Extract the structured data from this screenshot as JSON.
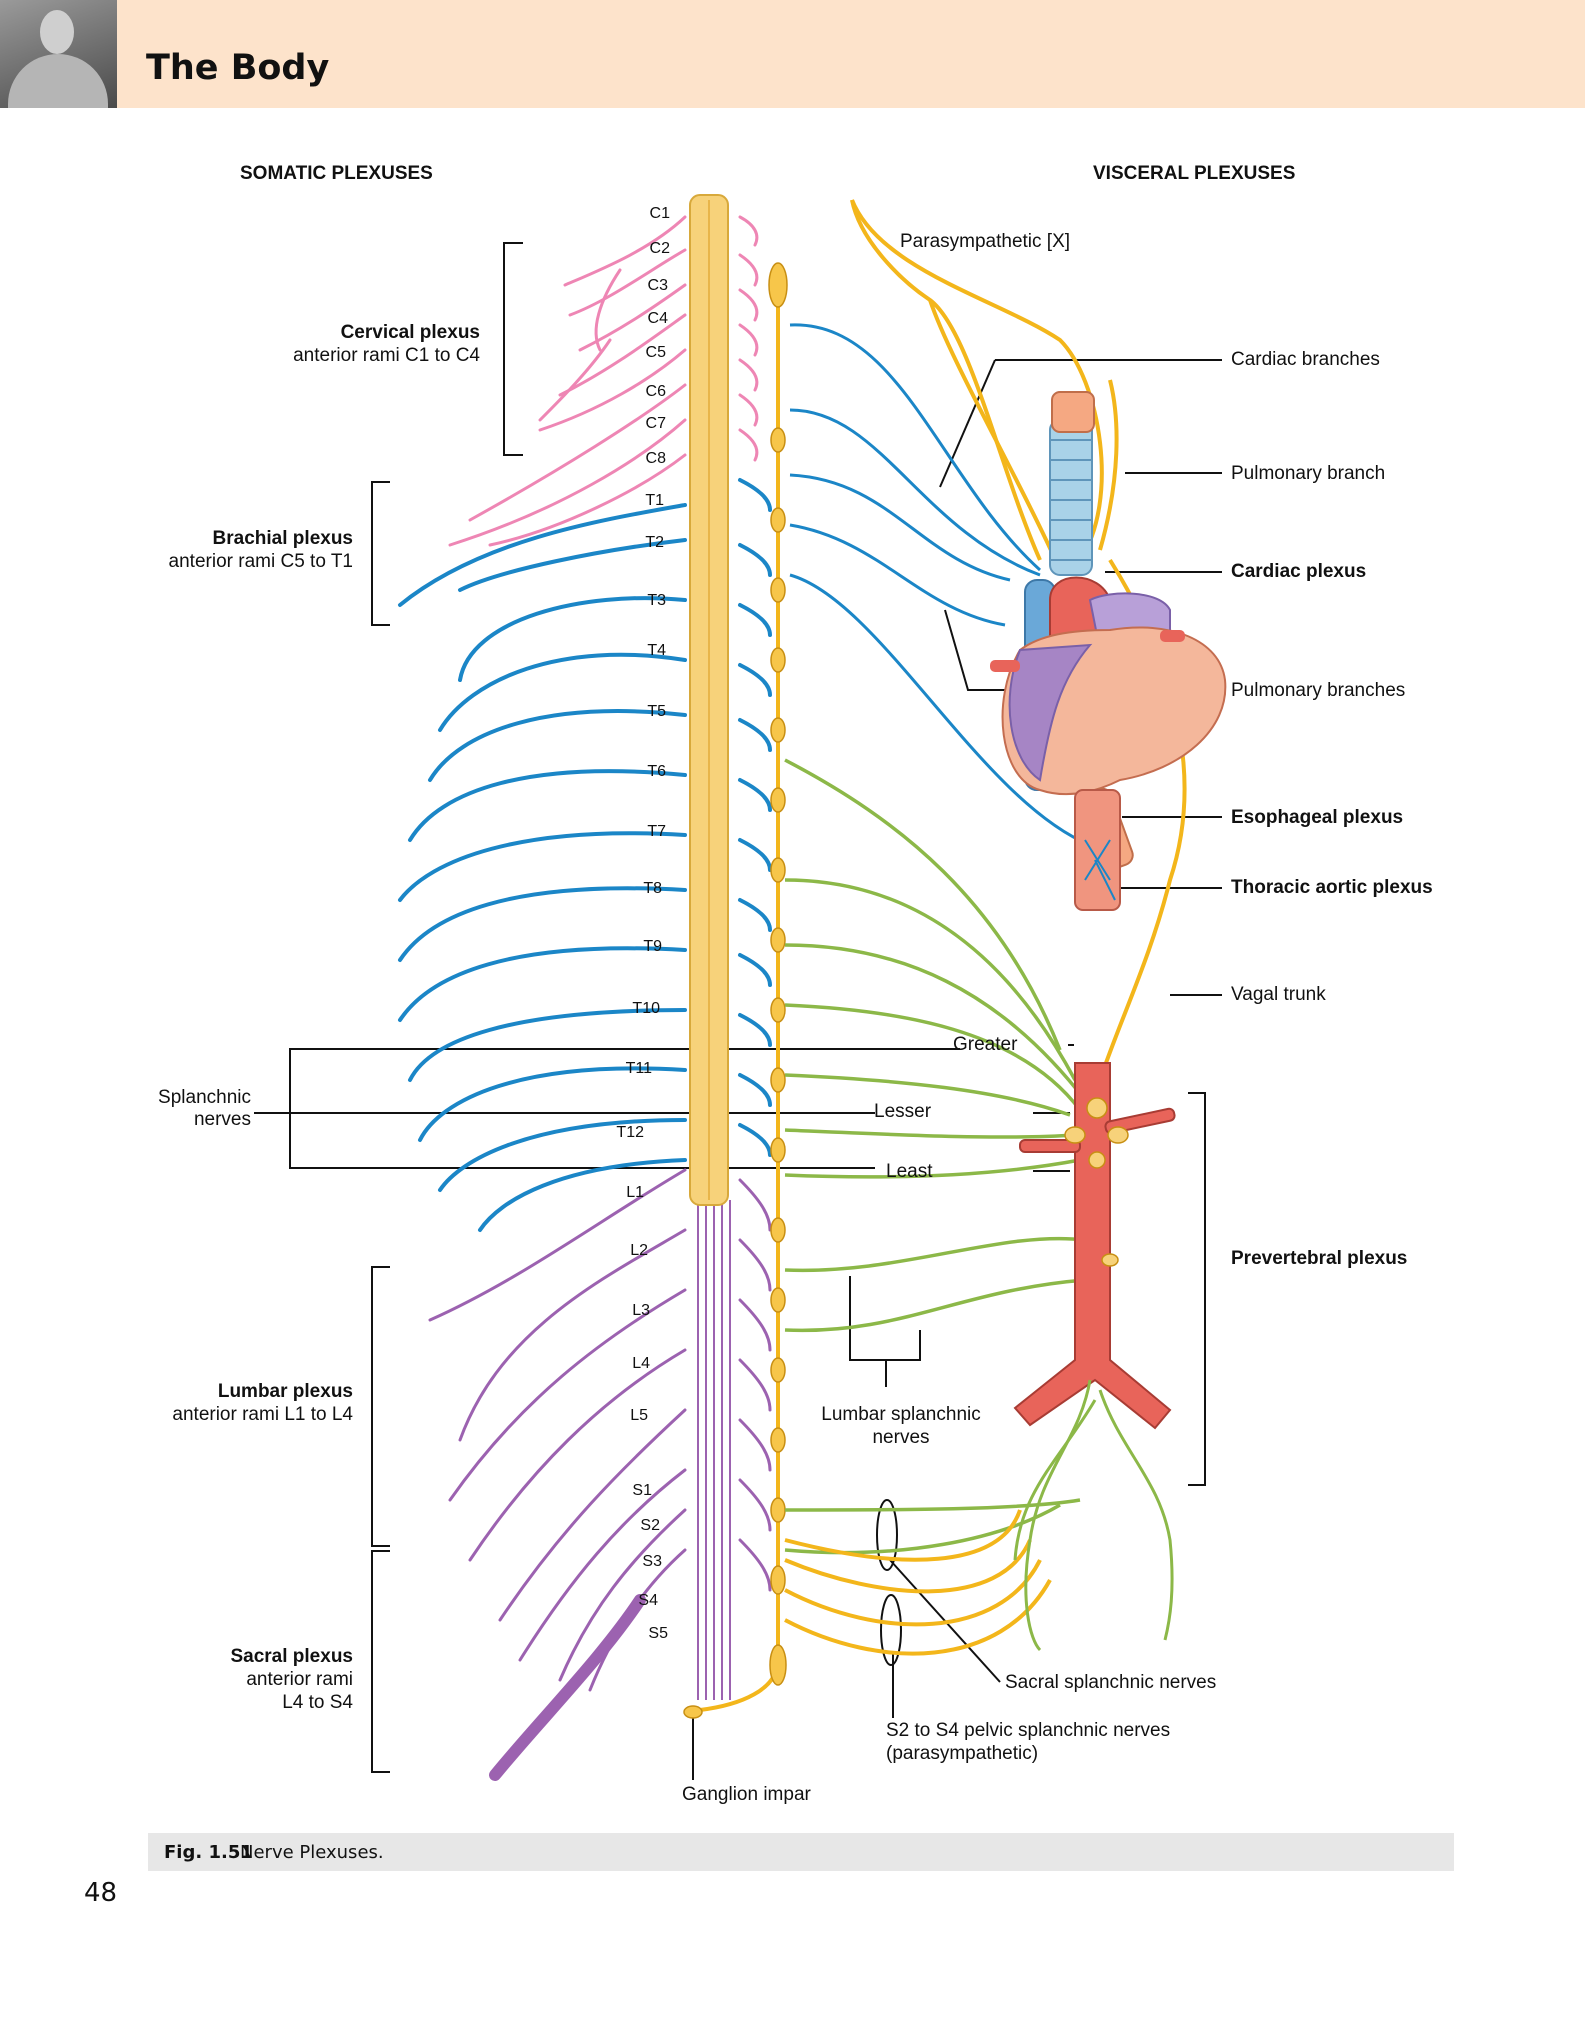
{
  "header": {
    "title": "The Body"
  },
  "headings": {
    "somatic": "SOMATIC PLEXUSES",
    "visceral": "VISCERAL PLEXUSES"
  },
  "segments": {
    "cervical": [
      "C1",
      "C2",
      "C3",
      "C4",
      "C5",
      "C6",
      "C7",
      "C8"
    ],
    "thoracic": [
      "T1",
      "T2",
      "T3",
      "T4",
      "T5",
      "T6",
      "T7",
      "T8",
      "T9",
      "T10",
      "T11",
      "T12"
    ],
    "lumbar": [
      "L1",
      "L2",
      "L3",
      "L4",
      "L5"
    ],
    "sacral": [
      "S1",
      "S2",
      "S3",
      "S4",
      "S5"
    ]
  },
  "left_labels": {
    "cervical_title": "Cervical plexus",
    "cervical_sub": "anterior rami C1 to C4",
    "brachial_title": "Brachial plexus",
    "brachial_sub": "anterior rami C5 to T1",
    "splanchnic_1": "Splanchnic",
    "splanchnic_2": "nerves",
    "lumbar_title": "Lumbar plexus",
    "lumbar_sub": "anterior rami L1 to L4",
    "sacral_title": "Sacral plexus",
    "sacral_sub1": "anterior rami",
    "sacral_sub2": "L4 to S4"
  },
  "right_labels": {
    "parasympathetic": "Parasympathetic [X]",
    "cardiac_branches": "Cardiac branches",
    "pulmonary_branch": "Pulmonary branch",
    "cardiac_plexus": "Cardiac plexus",
    "pulmonary_branches": "Pulmonary branches",
    "esophageal_plexus": "Esophageal plexus",
    "thoracic_aortic_plexus": "Thoracic aortic plexus",
    "vagal_trunk": "Vagal trunk",
    "prevertebral_plexus": "Prevertebral plexus"
  },
  "middle_labels": {
    "greater": "Greater",
    "lesser": "Lesser",
    "least": "Least",
    "lumbar_splanchnic_1": "Lumbar splanchnic",
    "lumbar_splanchnic_2": "nerves",
    "sacral_splanchnic": "Sacral splanchnic nerves",
    "pelvic_splanchnic_1": "S2 to S4 pelvic splanchnic nerves",
    "pelvic_splanchnic_2": "(parasympathetic)",
    "ganglion_impar": "Ganglion impar"
  },
  "caption": {
    "fig": "Fig. 1.51",
    "text": "Nerve Plexuses."
  },
  "page_number": "48",
  "colors": {
    "header_bg": "#fde3cb",
    "spinal_cord": "#f7d27a",
    "cervical_nerves": "#ee86b4",
    "thoracic_nerves": "#1b86c7",
    "lumbosacral_nerves": "#9c62b0",
    "sympathetic_green": "#8cb848",
    "parasympathetic_yellow": "#f3b61b",
    "vessel_red": "#e86a5c"
  }
}
